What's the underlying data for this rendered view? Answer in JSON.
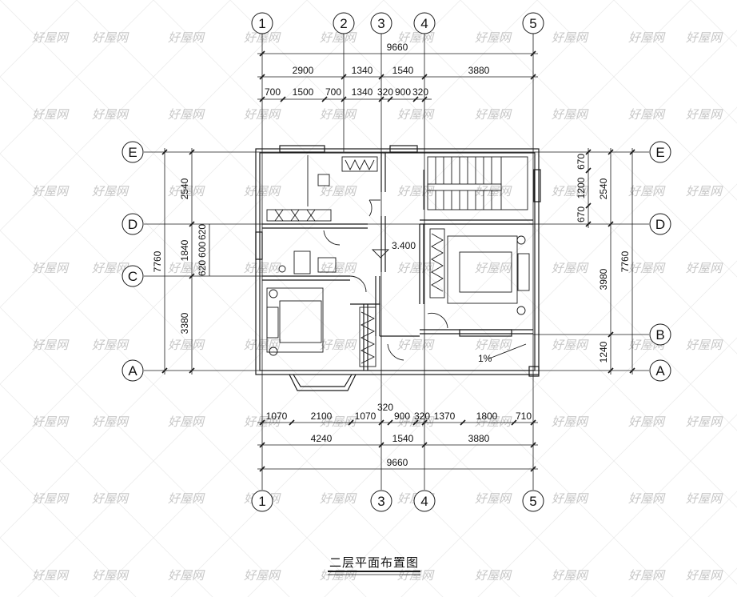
{
  "title": "二层平面布置图",
  "watermark": "好屋网",
  "axes": {
    "top": [
      "1",
      "2",
      "3",
      "4",
      "5"
    ],
    "bottom": [
      "1",
      "3",
      "4",
      "5"
    ],
    "left": [
      "E",
      "D",
      "C",
      "A"
    ],
    "right": [
      "E",
      "D",
      "B",
      "A"
    ]
  },
  "dims": {
    "top_total": "9660",
    "top_mid": [
      "2900",
      "1340",
      "1540",
      "3880"
    ],
    "top_detail": [
      "700",
      "1500",
      "700",
      "1340",
      "320",
      "900",
      "320"
    ],
    "bottom_detail": [
      "1070",
      "2100",
      "1070",
      "320",
      "900",
      "320",
      "1370",
      "1800",
      "710"
    ],
    "bottom_mid": [
      "4240",
      "1540",
      "3880"
    ],
    "bottom_total": "9660",
    "left_outer": "7760",
    "left_parts": [
      "2540",
      "1840",
      "3380"
    ],
    "left_detail": [
      "620",
      "600",
      "620"
    ],
    "right_detail": [
      "670",
      "1200",
      "670"
    ],
    "right_parts": [
      "2540",
      "3980",
      "1240"
    ],
    "right_outer": "7760"
  },
  "annotations": {
    "elevation": "3.400",
    "slope": "1%"
  },
  "colors": {
    "line": "#1a1a1a",
    "watermark": "#c8c8c8",
    "grid": "#e6e6e6"
  }
}
